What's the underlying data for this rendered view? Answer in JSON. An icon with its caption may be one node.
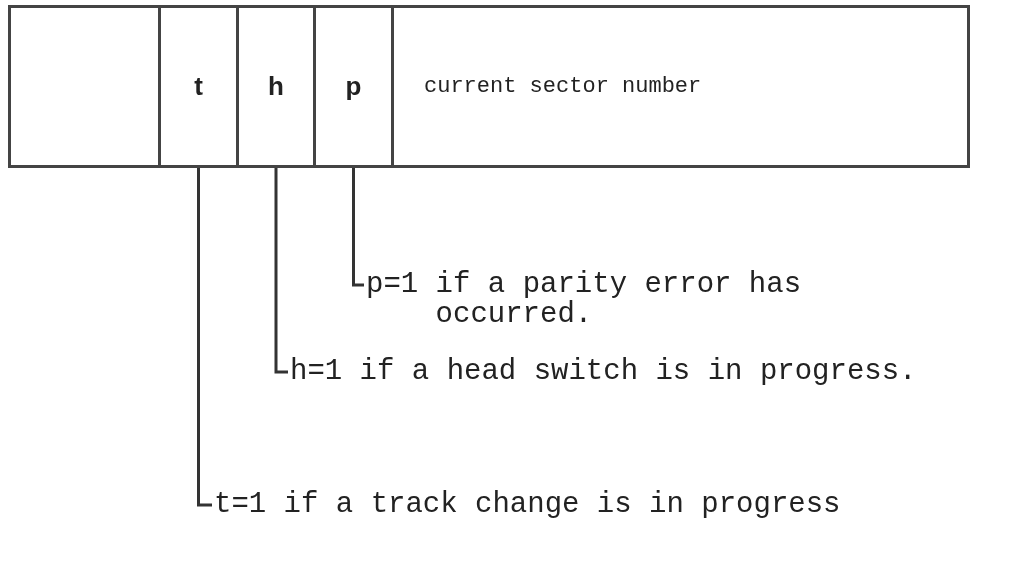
{
  "diagram": {
    "nodes": [
      {
        "text": [],
        "shape": "box"
      },
      {
        "text": [
          "t"
        ]
      },
      {
        "text": [
          "h"
        ]
      },
      {
        "text": [
          "p"
        ]
      },
      {
        "text": [
          "current sector number"
        ]
      },
      {
        "text": [
          "p=1 if a parity error has occurred."
        ]
      },
      {
        "text": [
          "h=1 if a head switch is in progress."
        ]
      },
      {
        "text": [
          "t=1 if a track change is in progress"
        ]
      }
    ],
    "edges": [
      {
        "from": 5,
        "to": 3,
        "arrow": "none"
      },
      {
        "from": 6,
        "to": 2,
        "arrow": "none"
      },
      {
        "from": 7,
        "to": 1,
        "arrow": "none"
      }
    ]
  }
}
